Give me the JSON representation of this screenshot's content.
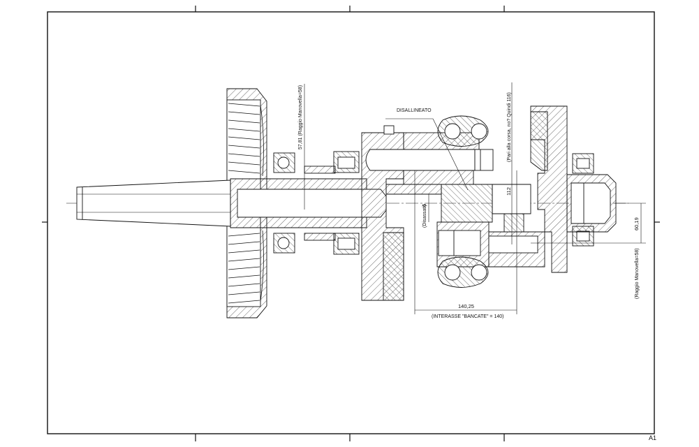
{
  "sheet": {
    "size_code": "A1"
  },
  "annotations": {
    "disallineato": "DISALLINEATO",
    "raggio_left": "57,81  (Raggio Manovella=58)",
    "pari_corsa": "(Pari alla corsa, no? Quindi 116)",
    "dim_112": "112",
    "dim_6": "6",
    "disassati": "(Disassati)",
    "dim_14025": "140,25",
    "interasse": "(INTERASSE \"BANCATE\" = 140)",
    "dim_6019": "60,19",
    "raggio_right": "(Raggio Manovella=58)"
  },
  "colors": {
    "line": "#111111",
    "hatch": "#444444",
    "background": "#ffffff"
  }
}
